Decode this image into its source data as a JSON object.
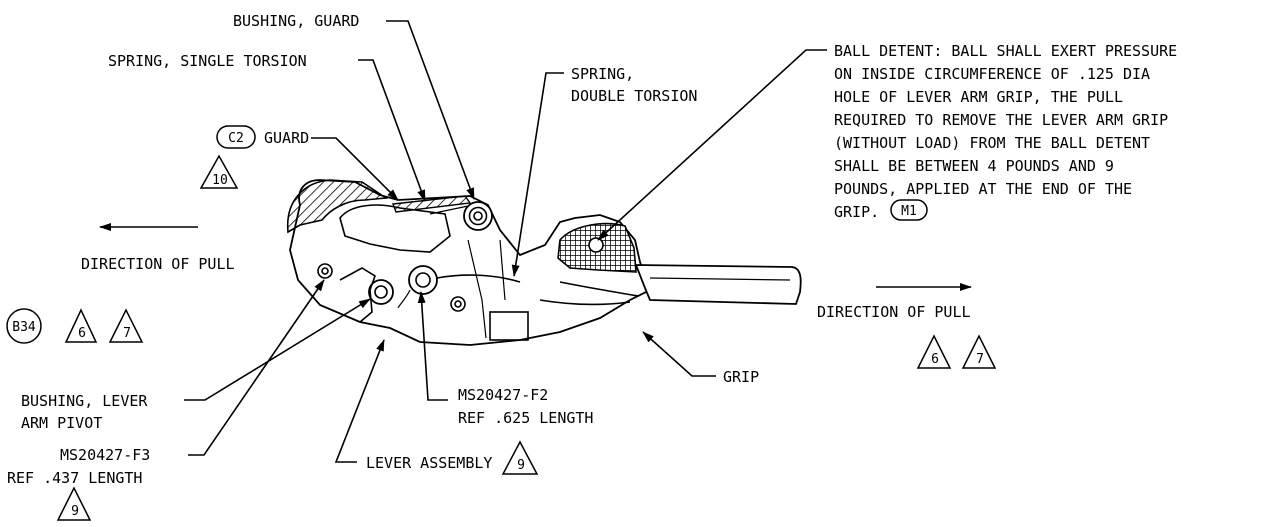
{
  "labels": {
    "bushing_guard": "BUSHING, GUARD",
    "spring_single": "SPRING, SINGLE TORSION",
    "spring_double_1": "SPRING,",
    "spring_double_2": "DOUBLE TORSION",
    "c2_bubble": "C2",
    "guard": "GUARD",
    "flag_10": "10",
    "direction_left": "DIRECTION OF PULL",
    "b34_bubble": "B34",
    "flag_6": "6",
    "flag_7": "7",
    "direction_right": "DIRECTION OF PULL",
    "grip": "GRIP",
    "bushing_lever_1": "BUSHING, LEVER",
    "bushing_lever_2": "ARM PIVOT",
    "ms_f2_1": "MS20427-F2",
    "ms_f2_2": "REF .625 LENGTH",
    "ms_f3_1": "MS20427-F3",
    "ms_f3_2": "REF .437 LENGTH",
    "lever_assembly": "LEVER ASSEMBLY",
    "flag_9": "9",
    "ball_detent": [
      "BALL DETENT: BALL SHALL EXERT PRESSURE",
      "ON INSIDE CIRCUMFERENCE OF .125 DIA",
      "HOLE OF LEVER ARM GRIP, THE PULL",
      "REQUIRED TO REMOVE THE LEVER ARM GRIP",
      "(WITHOUT LOAD) FROM THE BALL DETENT",
      "SHALL BE BETWEEN 4 POUNDS AND 9",
      "POUNDS, APPLIED AT THE END OF THE",
      "GRIP."
    ],
    "m1_bubble": "M1"
  }
}
